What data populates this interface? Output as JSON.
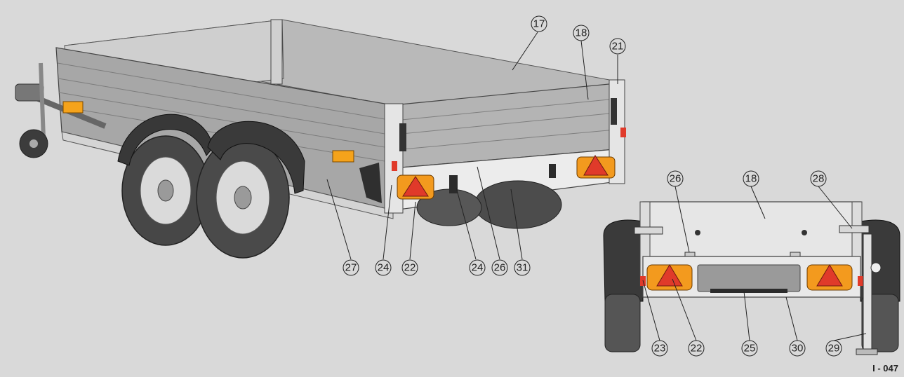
{
  "figure": {
    "reference": "I - 047",
    "colors": {
      "background": "#d9d9d9",
      "body_panel": "#a9a9a9",
      "light_panel": "#e6e6e6",
      "tire": "#444444",
      "fender": "#3a3a3a",
      "tail_light_amber": "#f39a1e",
      "tail_light_red": "#e03a2a",
      "reflector_orange": "#f5a31b"
    }
  },
  "callouts": {
    "c17": "17",
    "c18_side": "18",
    "c21": "21",
    "c27": "27",
    "c24_a": "24",
    "c22_a": "22",
    "c24_b": "24",
    "c26_a": "26",
    "c31": "31",
    "c26_b": "26",
    "c18_rear": "18",
    "c28": "28",
    "c23": "23",
    "c22_b": "22",
    "c25": "25",
    "c30": "30",
    "c29": "29"
  }
}
